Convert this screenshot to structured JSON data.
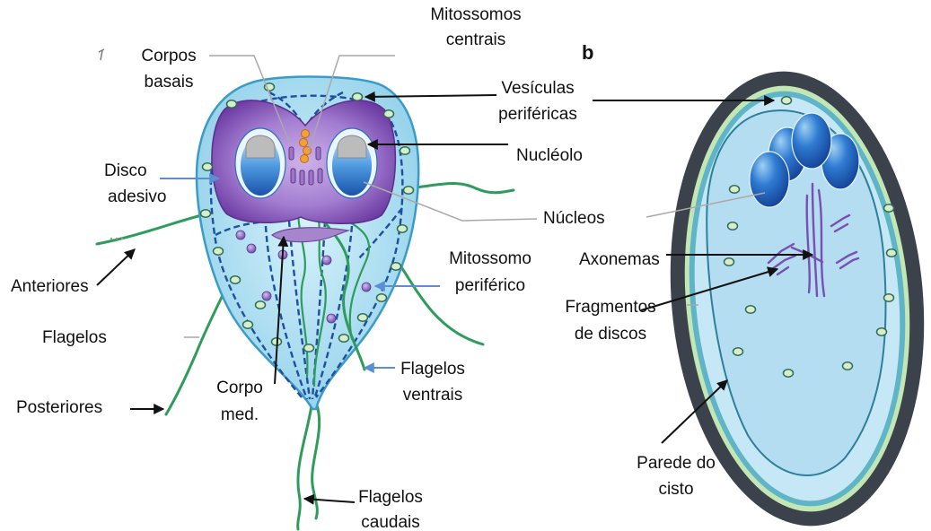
{
  "panel_label": "b",
  "labels": {
    "mitossomos_centrais": [
      "Mitossomos",
      "centrais"
    ],
    "corpos_basais": [
      "Corpos",
      "basais"
    ],
    "vesiculas_perifericas": [
      "Vesículas",
      "periféricas"
    ],
    "nucleolo": "Nucléolo",
    "disco_adesivo": [
      "Disco",
      "adesivo"
    ],
    "nucleos": "Núcleos",
    "mitossomo_periferico": [
      "Mitossomo",
      "periférico"
    ],
    "axonemas": "Axonemas",
    "anteriores": "Anteriores",
    "fragmentos_de_discos": [
      "Fragmentos",
      "de discos"
    ],
    "flagelos": "Flagelos",
    "corpo_med": [
      "Corpo",
      "med."
    ],
    "flagelos_ventrais": [
      "Flagelos",
      "ventrais"
    ],
    "posteriores": "Posteriores",
    "parede_do_cisto": [
      "Parede do",
      "cisto"
    ],
    "flagelos_caudais": [
      "Flagelos",
      "caudais"
    ]
  },
  "colors": {
    "flagella": "#2e9c5a",
    "cell_outline": "#3a9cc6",
    "cyst_wall": "#3b424c",
    "callout_black": "#111111",
    "callout_blue": "#5b8fd4",
    "basal_bodies": "#f0a03c",
    "dashed_lines": "#1e4fa0"
  }
}
